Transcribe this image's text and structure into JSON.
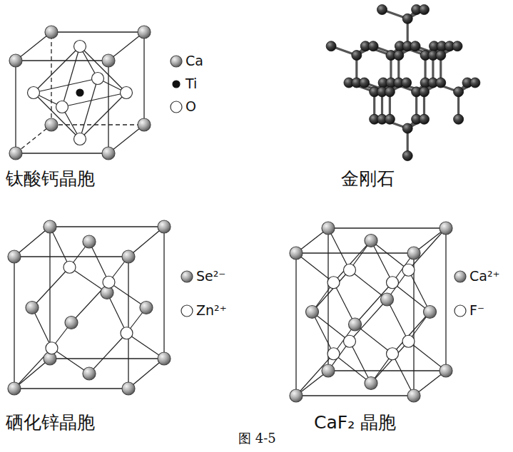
{
  "diagram": {
    "caption": "图 4-5",
    "labels": [
      "钛酸钙晶胞",
      "金刚石",
      "硒化锌晶胞",
      "CaF₂ 晶胞"
    ],
    "legend": [
      {
        "text": "Ca"
      },
      {
        "text": "Ti"
      },
      {
        "text": "O"
      },
      {
        "text": "Se²⁻"
      },
      {
        "text": "Zn²⁺"
      },
      {
        "text": "Ca²⁺"
      },
      {
        "text": "F⁻"
      }
    ]
  }
}
